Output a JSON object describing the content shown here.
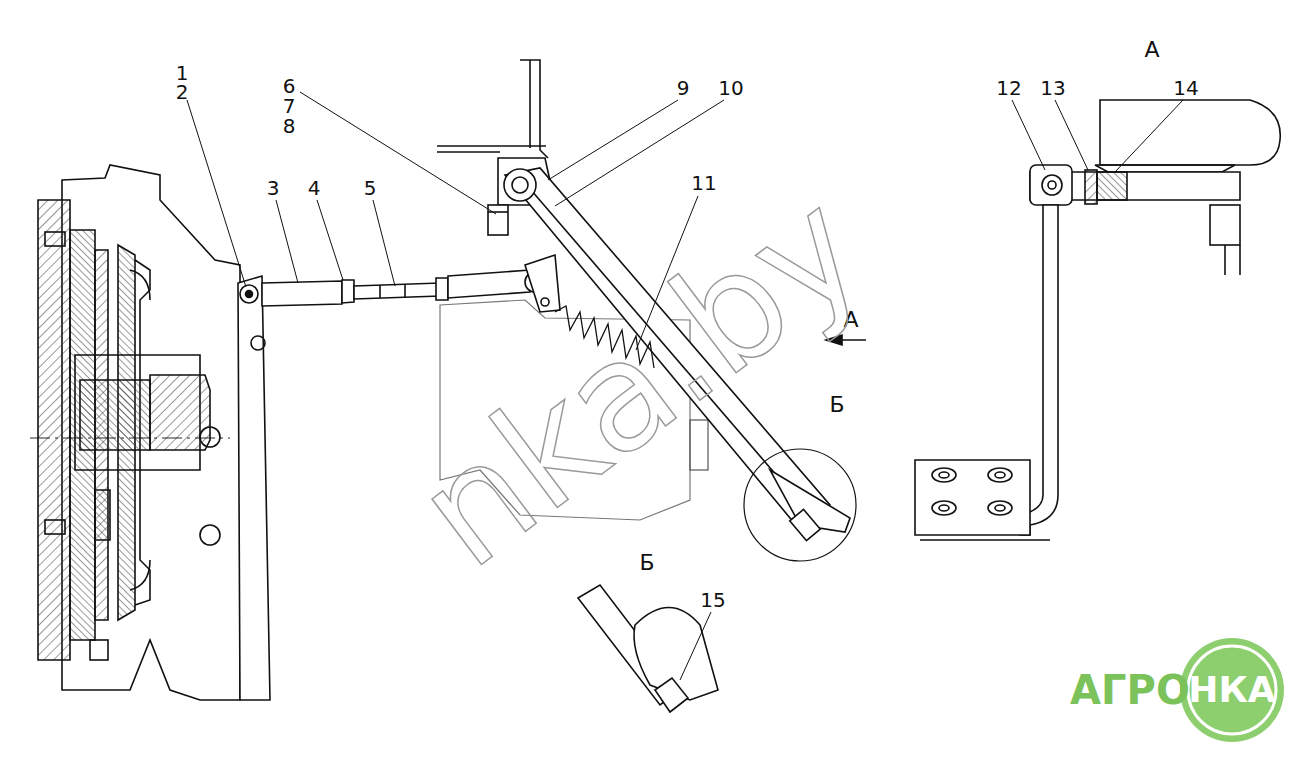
{
  "diagram": {
    "labels": [
      "1",
      "2",
      "3",
      "4",
      "5",
      "6",
      "7",
      "8",
      "9",
      "10",
      "11",
      "12",
      "13",
      "14",
      "15",
      "А",
      "А",
      "Б",
      "Б",
      "nka.by",
      "АГРО",
      "НКА"
    ]
  }
}
